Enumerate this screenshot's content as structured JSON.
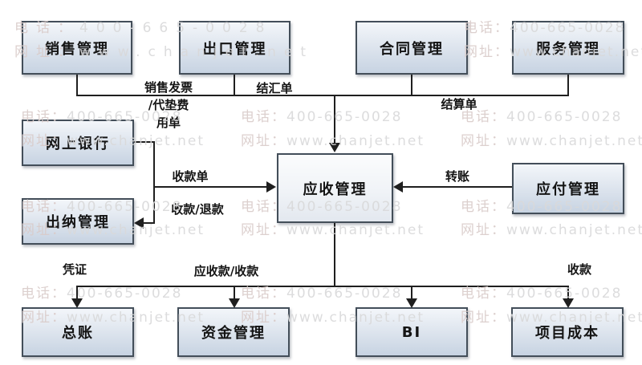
{
  "diagram": {
    "nodes": {
      "sales": {
        "label": "销售管理"
      },
      "export": {
        "label": "出口管理"
      },
      "contract": {
        "label": "合同管理"
      },
      "service": {
        "label": "服务管理"
      },
      "ebank": {
        "label": "网上银行"
      },
      "cashier": {
        "label": "出纳管理"
      },
      "receivable": {
        "label": "应收管理"
      },
      "payable": {
        "label": "应付管理"
      },
      "ledger": {
        "label": "总账"
      },
      "funds": {
        "label": "资金管理"
      },
      "bi": {
        "label": "BI"
      },
      "project": {
        "label": "项目成本"
      }
    },
    "edge_labels": {
      "sales_invoice": "销售发票\n/代垫费\n用单",
      "exchange_settlement": "结汇单",
      "settlement_bill": "结算单",
      "receipt_bill": "收款单",
      "receipt_refund": "收款/退款",
      "transfer": "转账",
      "voucher": "凭证",
      "receivable_receipt": "应收款/收款",
      "receipt": "收款"
    },
    "edges": [
      {
        "from": "销售管理",
        "to": "应收管理",
        "label": "销售发票/代垫费用单"
      },
      {
        "from": "出口管理",
        "to": "应收管理",
        "label": "结汇单"
      },
      {
        "from": "合同管理",
        "to": "应收管理",
        "label": "结算单"
      },
      {
        "from": "服务管理",
        "to": "应收管理",
        "label": "结算单"
      },
      {
        "from": "网上银行",
        "to": "应收管理",
        "label": "收款单"
      },
      {
        "from": "网上银行",
        "to": "出纳管理",
        "label": "收款/退款"
      },
      {
        "from": "应付管理",
        "to": "应收管理",
        "label": "转账"
      },
      {
        "from": "应收管理",
        "to": "总账",
        "label": "凭证"
      },
      {
        "from": "应收管理",
        "to": "资金管理",
        "label": "应收款/收款"
      },
      {
        "from": "应收管理",
        "to": "BI",
        "label": ""
      },
      {
        "from": "应收管理",
        "to": "项目成本",
        "label": "收款"
      }
    ]
  },
  "watermark": {
    "phone_label": "电话：",
    "phone_value": "400-665-0028",
    "site_label": "网址：",
    "site_value": "www.chanjet.net"
  },
  "colors": {
    "box_fill_top": "#f3f6fa",
    "box_fill_bottom": "#c7d3e2",
    "box_border": "#434e59",
    "line": "#1f1f1f",
    "watermark_label": "#d9cbc9",
    "watermark_value": "#d9d9da"
  }
}
